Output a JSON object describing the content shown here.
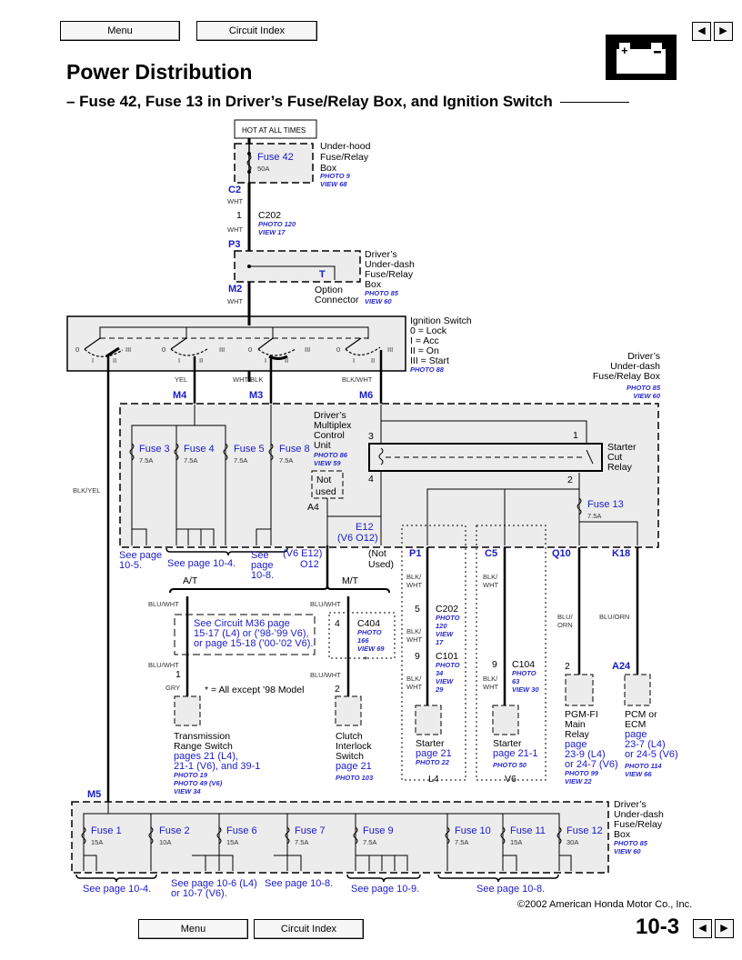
{
  "nav": {
    "menu_label": "Menu",
    "circuit_index_label": "Circuit Index",
    "prev_icon": "left-triangle-icon",
    "next_icon": "right-triangle-icon"
  },
  "header": {
    "title": "Power Distribution",
    "subtitle": "– Fuse 42, Fuse 13 in Driver’s Fuse/Relay Box, and Ignition Switch",
    "battery_icon": "battery-icon"
  },
  "diagram": {
    "hot_label": "HOT AT ALL TIMES",
    "underhood_box": {
      "l1": "Under-hood",
      "l2": "Fuse/Relay",
      "l3": "Box",
      "photo": "PHOTO 9",
      "view": "VIEW 68"
    },
    "fuse42": {
      "name": "Fuse 42",
      "rating": "50A"
    },
    "c2": "C2",
    "wht": "WHT",
    "c202_pin": "1",
    "c202": "C202",
    "c202_photo": "PHOTO 120",
    "c202_view": "VIEW 17",
    "p3": "P3",
    "m2": "M2",
    "underdash_top": {
      "l1": "Driver’s",
      "l2": "Under-dash",
      "l3": "Fuse/Relay",
      "l4": "Box",
      "photo": "PHOTO 85",
      "view": "VIEW 60"
    },
    "option_t": "T",
    "option_l1": "Option",
    "option_l2": "Connector",
    "ignition": {
      "title": "Ignition Switch",
      "l0": "0  = Lock",
      "l1": "I   = Acc",
      "l2": "II  = On",
      "l3": "III = Start",
      "photo": "PHOTO 88",
      "pos0": "0",
      "pos1": "I",
      "pos2": "II",
      "pos3": "III"
    },
    "wires": {
      "yel": "YEL",
      "wht_blk": "WHT/BLK",
      "blk_wht": "BLK/WHT",
      "blk_yel": "BLK/YEL",
      "blu_wht": "BLU/WHT",
      "gry": "GRY",
      "blk": "BLK/",
      "wht2": "WHT",
      "blu": "BLU/",
      "orn": "ORN",
      "blu_orn": "BLU/ORN"
    },
    "m4": "M4",
    "m3": "M3",
    "m6": "M6",
    "m5": "M5",
    "underdash_mid": {
      "l1": "Driver’s",
      "l2": "Under-dash",
      "l3": "Fuse/Relay Box",
      "photo": "PHOTO 85",
      "view": "VIEW 60"
    },
    "fuses_mid": [
      {
        "name": "Fuse 3",
        "rating": "7.5A"
      },
      {
        "name": "Fuse 4",
        "rating": "7.5A"
      },
      {
        "name": "Fuse 5",
        "rating": "7.5A"
      },
      {
        "name": "Fuse 8",
        "rating": "7.5A"
      },
      {
        "name": "Fuse 13",
        "rating": "7.5A"
      }
    ],
    "mpcu": {
      "l1": "Driver’s",
      "l2": "Multiplex",
      "l3": "Control",
      "l4": "Unit",
      "photo": "PHOTO 86",
      "view": "VIEW 59",
      "not1": "Not",
      "not2": "used",
      "a4": "A4"
    },
    "relay": {
      "l1": "Starter",
      "l2": "Cut",
      "l3": "Relay",
      "p1": "1",
      "p2": "2",
      "p3": "3",
      "p4": "4"
    },
    "e12": "E12",
    "v6o12": "(V6 O12)",
    "v6e12": "(V6 E12)",
    "o12": "O12",
    "not_used1": "(Not",
    "not_used2": "Used)",
    "see_10_5a": "See page",
    "see_10_5b": "10-5.",
    "see_10_4": "See page 10-4.",
    "see_10_8a": "See",
    "see_10_8b": "page",
    "see_10_8c": "10-8.",
    "at": "A/T",
    "mt": "M/T",
    "m36": {
      "l1": "See Circuit M36 page",
      "l2": "15-17 (L4) or (’98-’99 V6),",
      "l3": "or page 15-18 (’00-’02 V6)."
    },
    "c404": {
      "pin": "4",
      "name": "C404",
      "photo": "PHOTO",
      "photo_n": "166",
      "view": "VIEW 69",
      "star": "*"
    },
    "note": "* = All except ’98 Model",
    "trs": {
      "pin": "1",
      "l1": "Transmission",
      "l2": "Range Switch",
      "l3": "pages 21 (L4),",
      "l4": "21-1 (V6), and 39-1",
      "photo1": "PHOTO 19",
      "photo2": "PHOTO 49 (V6)",
      "view": "VIEW 34"
    },
    "clutch": {
      "pin": "2",
      "l1": "Clutch",
      "l2": "Interlock",
      "l3": "Switch",
      "l4": "page 21",
      "photo": "PHOTO 103"
    },
    "p1": "P1",
    "c5": "C5",
    "q10": "Q10",
    "k18": "K18",
    "c202b": {
      "pin": "5",
      "name": "C202",
      "photo": "PHOTO",
      "n": "120",
      "view": "VIEW",
      "vn": "17"
    },
    "c101": {
      "pin": "9",
      "name": "C101",
      "photo": "PHOTO",
      "n": "34",
      "view": "VIEW",
      "vn": "29"
    },
    "c104": {
      "pin": "9",
      "name": "C104",
      "photo": "PHOTO",
      "n": "63",
      "view": "VIEW 30"
    },
    "starter_l4": {
      "l1": "Starter",
      "l2": "page 21",
      "photo": "PHOTO 22",
      "variant": "L4"
    },
    "starter_v6": {
      "l1": "Starter",
      "l2": "page 21-1",
      "photo": "PHOTO 50",
      "variant": "V6"
    },
    "pgmfi": {
      "pin": "2",
      "l1": "PGM-FI",
      "l2": "Main",
      "l3": "Relay",
      "l4": "page",
      "l5": "23-9 (L4)",
      "l6": "or 24-7 (V6)",
      "photo": "PHOTO 99",
      "view": "VIEW 22"
    },
    "pcm": {
      "pin": "A24",
      "l1": "PCM or",
      "l2": "ECM",
      "l3": "page",
      "l4": "23-7 (L4)",
      "l5": "or 24-5 (V6)",
      "photo": "PHOTO 114",
      "view": "VIEW 66"
    },
    "underdash_bot": {
      "l1": "Driver’s",
      "l2": "Under-dash",
      "l3": "Fuse/Relay",
      "l4": "Box",
      "photo": "PHOTO 85",
      "view": "VIEW 60"
    },
    "fuses_bot": [
      {
        "name": "Fuse 1",
        "rating": "15A"
      },
      {
        "name": "Fuse 2",
        "rating": "10A"
      },
      {
        "name": "Fuse 6",
        "rating": "15A"
      },
      {
        "name": "Fuse 7",
        "rating": "7.5A"
      },
      {
        "name": "Fuse 9",
        "rating": "7.5A"
      },
      {
        "name": "Fuse 10",
        "rating": "7.5A"
      },
      {
        "name": "Fuse 11",
        "rating": "15A"
      },
      {
        "name": "Fuse 12",
        "rating": "30A"
      }
    ],
    "bot_refs": {
      "r1": "See page 10-4.",
      "r2a": "See page 10-6 (L4)",
      "r2b": "or 10-7 (V6).",
      "r3": "See page 10-8.",
      "r4": "See page 10-9.",
      "r5": "See page 10-8."
    }
  },
  "footer": {
    "copyright": "©2002 American Honda Motor Co., Inc.",
    "page_number": "10-3"
  }
}
